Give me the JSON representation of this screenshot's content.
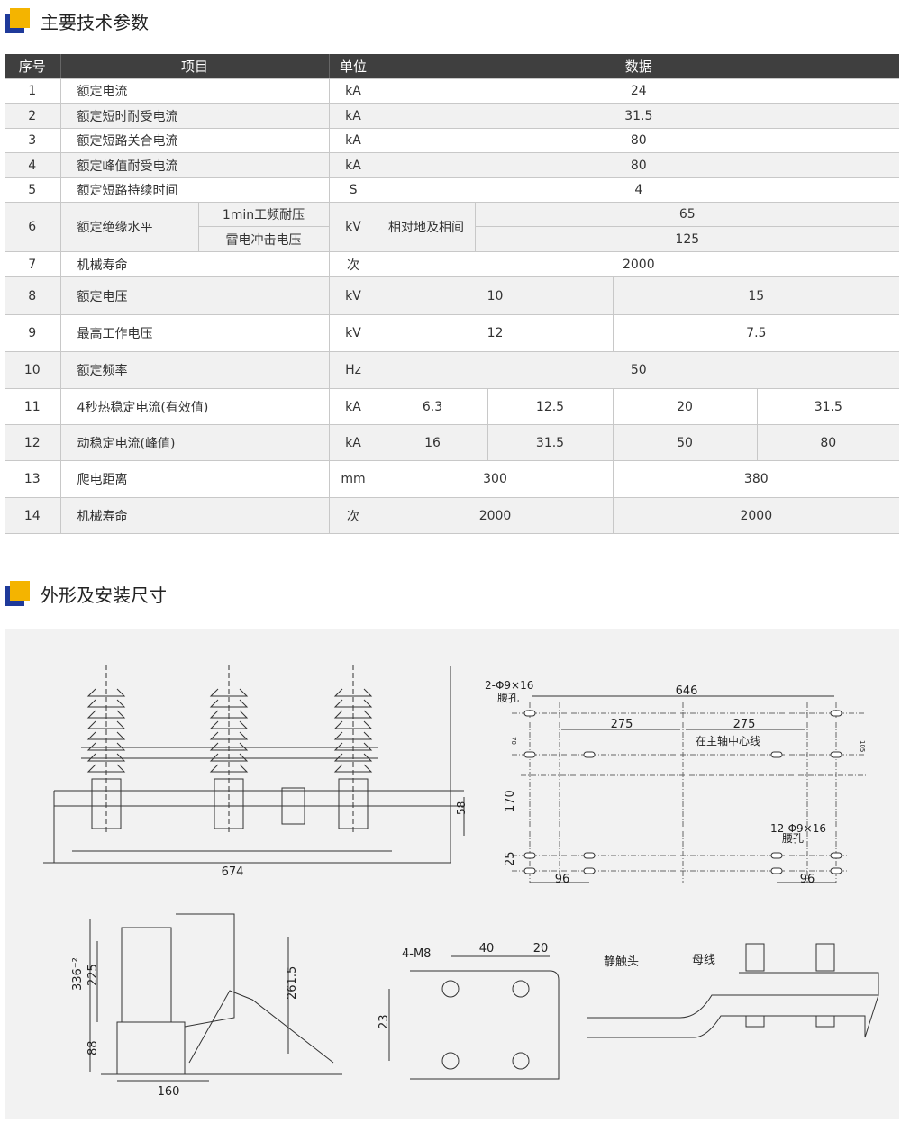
{
  "section1": {
    "title": "主要技术参数"
  },
  "table": {
    "headers": [
      "序号",
      "项目",
      "单位",
      "数据"
    ],
    "rows": [
      {
        "no": "1",
        "item": "额定电流",
        "unit": "kA",
        "value": "24"
      },
      {
        "no": "2",
        "item": "额定短时耐受电流",
        "unit": "kA",
        "value": "31.5"
      },
      {
        "no": "3",
        "item": "额定短路关合电流",
        "unit": "kA",
        "value": "80"
      },
      {
        "no": "4",
        "item": "额定峰值耐受电流",
        "unit": "kA",
        "value": "80"
      },
      {
        "no": "5",
        "item": "额定短路持续时间",
        "unit": "S",
        "value": "4"
      },
      {
        "no": "6",
        "item": "额定绝缘水平",
        "sub1": "1min工频耐压",
        "sub2": "雷电冲击电压",
        "unit": "kV",
        "label": "相对地及相间",
        "v1": "65",
        "v2": "125"
      },
      {
        "no": "7",
        "item": "机械寿命",
        "unit": "次",
        "value": "2000"
      },
      {
        "no": "8",
        "item": "额定电压",
        "unit": "kV",
        "values": [
          "10",
          "15"
        ]
      },
      {
        "no": "9",
        "item": "最高工作电压",
        "unit": "kV",
        "values": [
          "12",
          "7.5"
        ]
      },
      {
        "no": "10",
        "item": "额定频率",
        "unit": "Hz",
        "value": "50"
      },
      {
        "no": "11",
        "item": "4秒热稳定电流(有效值)",
        "unit": "kA",
        "values": [
          "6.3",
          "12.5",
          "20",
          "31.5"
        ]
      },
      {
        "no": "12",
        "item": "动稳定电流(峰值)",
        "unit": "kA",
        "values": [
          "16",
          "31.5",
          "50",
          "80"
        ]
      },
      {
        "no": "13",
        "item": "爬电距离",
        "unit": "mm",
        "values": [
          "300",
          "380"
        ]
      },
      {
        "no": "14",
        "item": "机械寿命",
        "unit": "次",
        "values": [
          "2000",
          "2000"
        ]
      }
    ]
  },
  "section2": {
    "title": "外形及安装尺寸"
  },
  "drawing": {
    "front": {
      "width": "674",
      "height": "58"
    },
    "plan": {
      "len": "646",
      "half1": "275",
      "half2": "275",
      "center": "在主轴中心线",
      "hole2a": "2-Φ9×16",
      "hole2b": "腰孔",
      "hole12a": "12-Φ9×16",
      "hole12b": "腰孔",
      "d70": "70",
      "d105": "105",
      "d170": "170",
      "d25": "25",
      "d96a": "96",
      "d96b": "96"
    },
    "side": {
      "h336": "336⁺²",
      "h225": "225",
      "h88": "88",
      "h261": "261.5",
      "w160": "160"
    },
    "plate": {
      "holes": "4-M8",
      "d40": "40",
      "d20": "20",
      "d23": "23"
    },
    "contact": {
      "static": "静触头",
      "bus": "母线"
    }
  },
  "colors": {
    "header_bg": "#3f3f3f",
    "accent_blue": "#1f3a9a",
    "accent_yellow": "#f4b400"
  }
}
